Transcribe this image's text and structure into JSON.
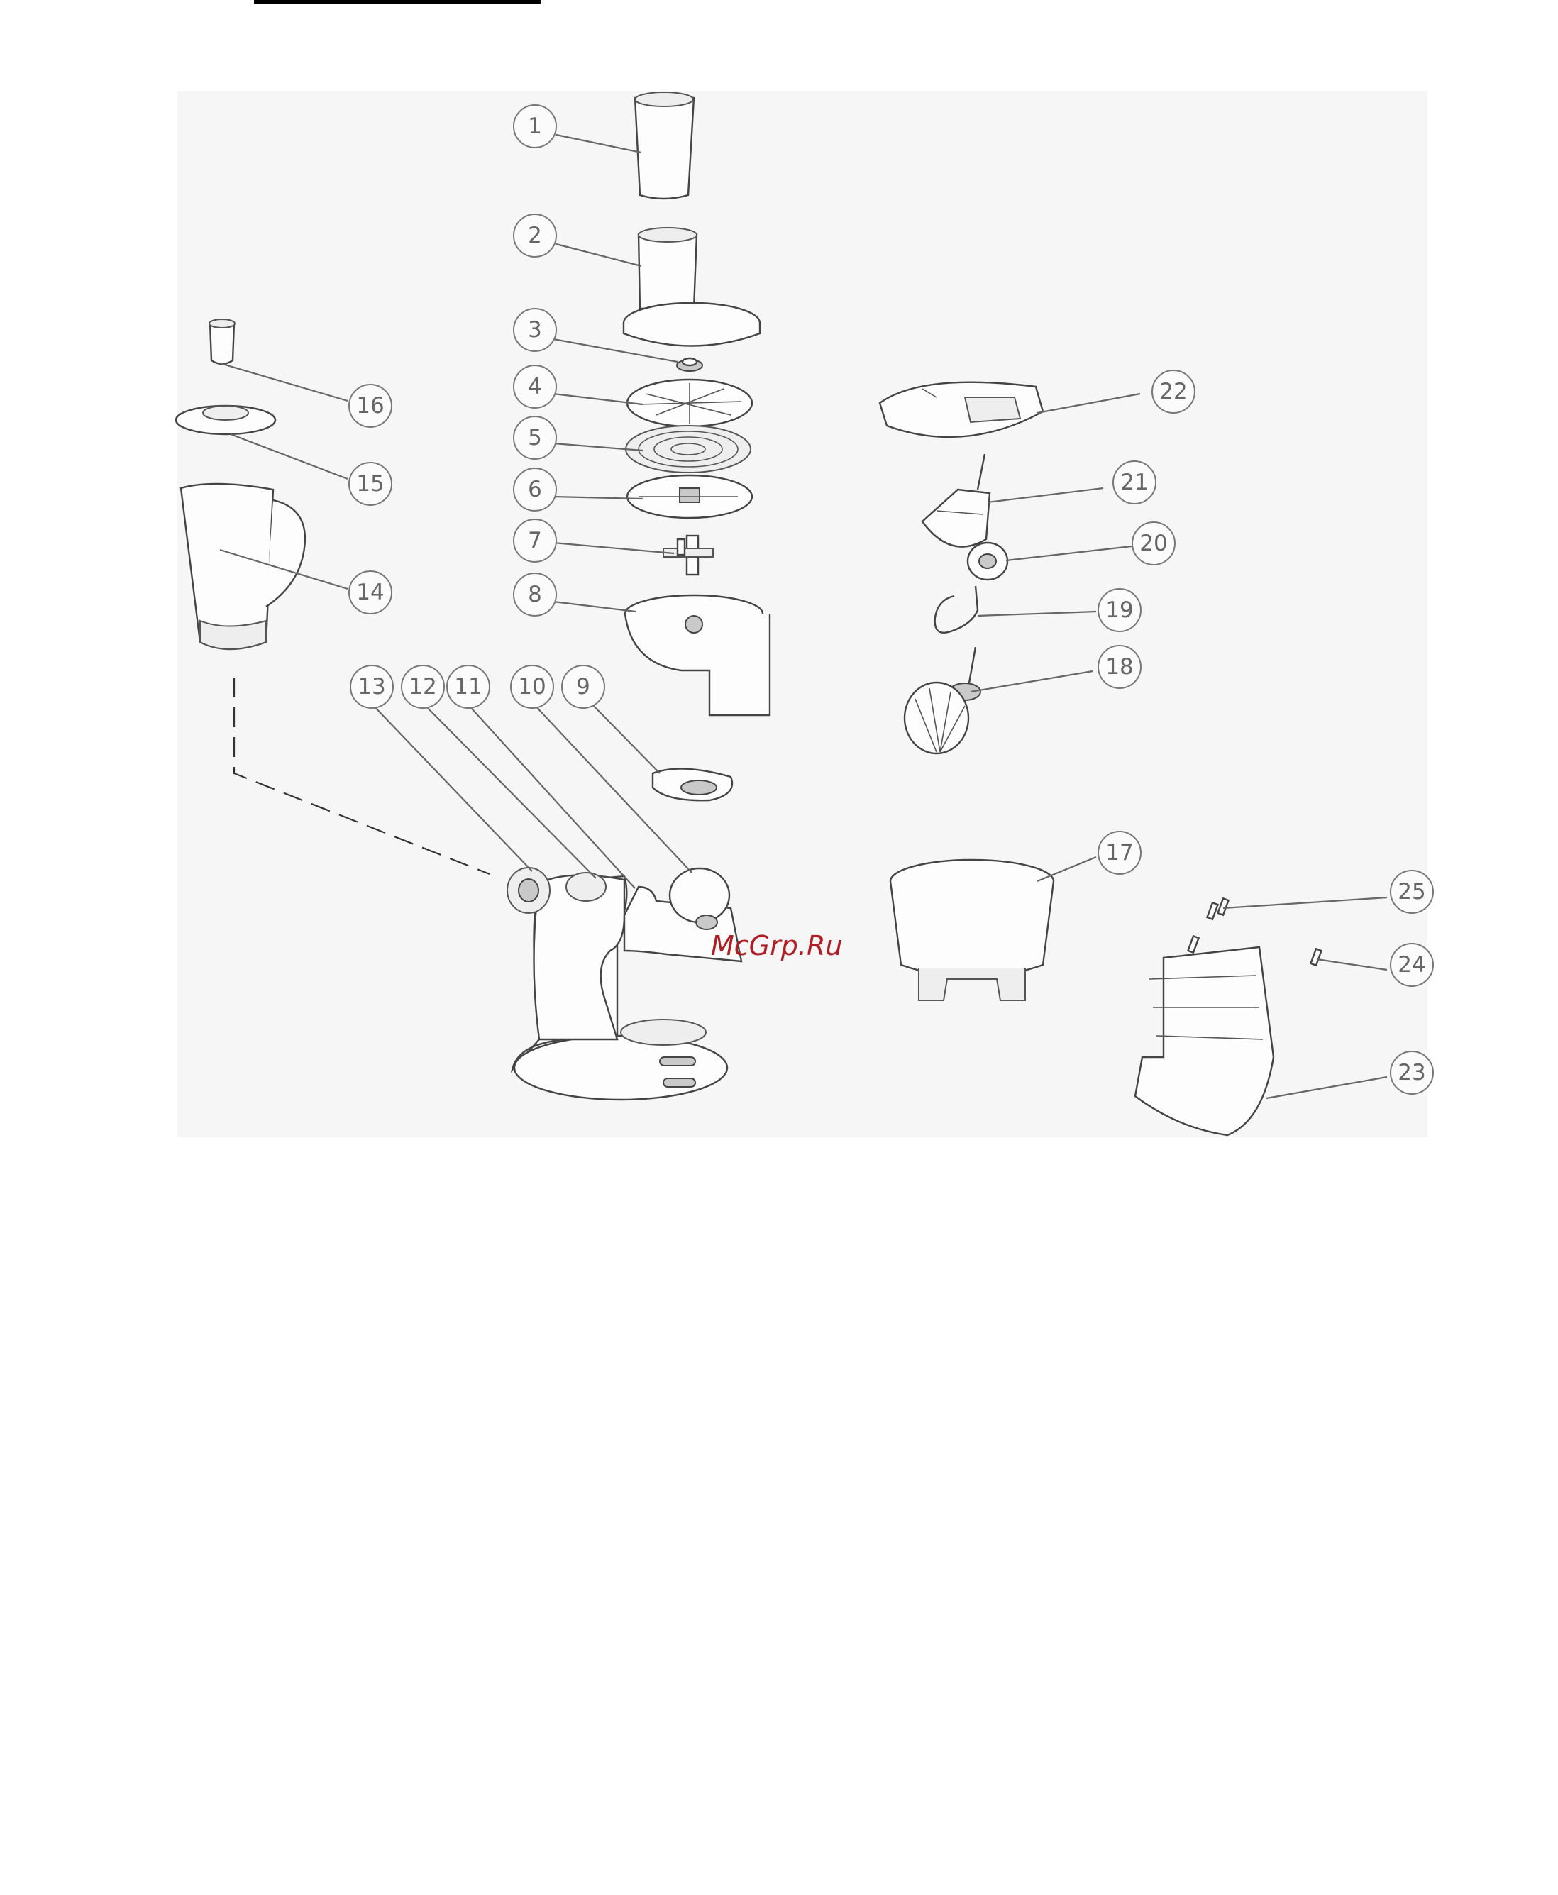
{
  "watermark": "McGrp.Ru",
  "callouts": [
    {
      "id": "1",
      "label": "1"
    },
    {
      "id": "2",
      "label": "2"
    },
    {
      "id": "3",
      "label": "3"
    },
    {
      "id": "4",
      "label": "4"
    },
    {
      "id": "5",
      "label": "5"
    },
    {
      "id": "6",
      "label": "6"
    },
    {
      "id": "7",
      "label": "7"
    },
    {
      "id": "8",
      "label": "8"
    },
    {
      "id": "9",
      "label": "9"
    },
    {
      "id": "10",
      "label": "10"
    },
    {
      "id": "11",
      "label": "11"
    },
    {
      "id": "12",
      "label": "12"
    },
    {
      "id": "13",
      "label": "13"
    },
    {
      "id": "14",
      "label": "14"
    },
    {
      "id": "15",
      "label": "15"
    },
    {
      "id": "16",
      "label": "16"
    },
    {
      "id": "17",
      "label": "17"
    },
    {
      "id": "18",
      "label": "18"
    },
    {
      "id": "19",
      "label": "19"
    },
    {
      "id": "20",
      "label": "20"
    },
    {
      "id": "21",
      "label": "21"
    },
    {
      "id": "22",
      "label": "22"
    },
    {
      "id": "23",
      "label": "23"
    },
    {
      "id": "24",
      "label": "24"
    },
    {
      "id": "25",
      "label": "25"
    }
  ]
}
